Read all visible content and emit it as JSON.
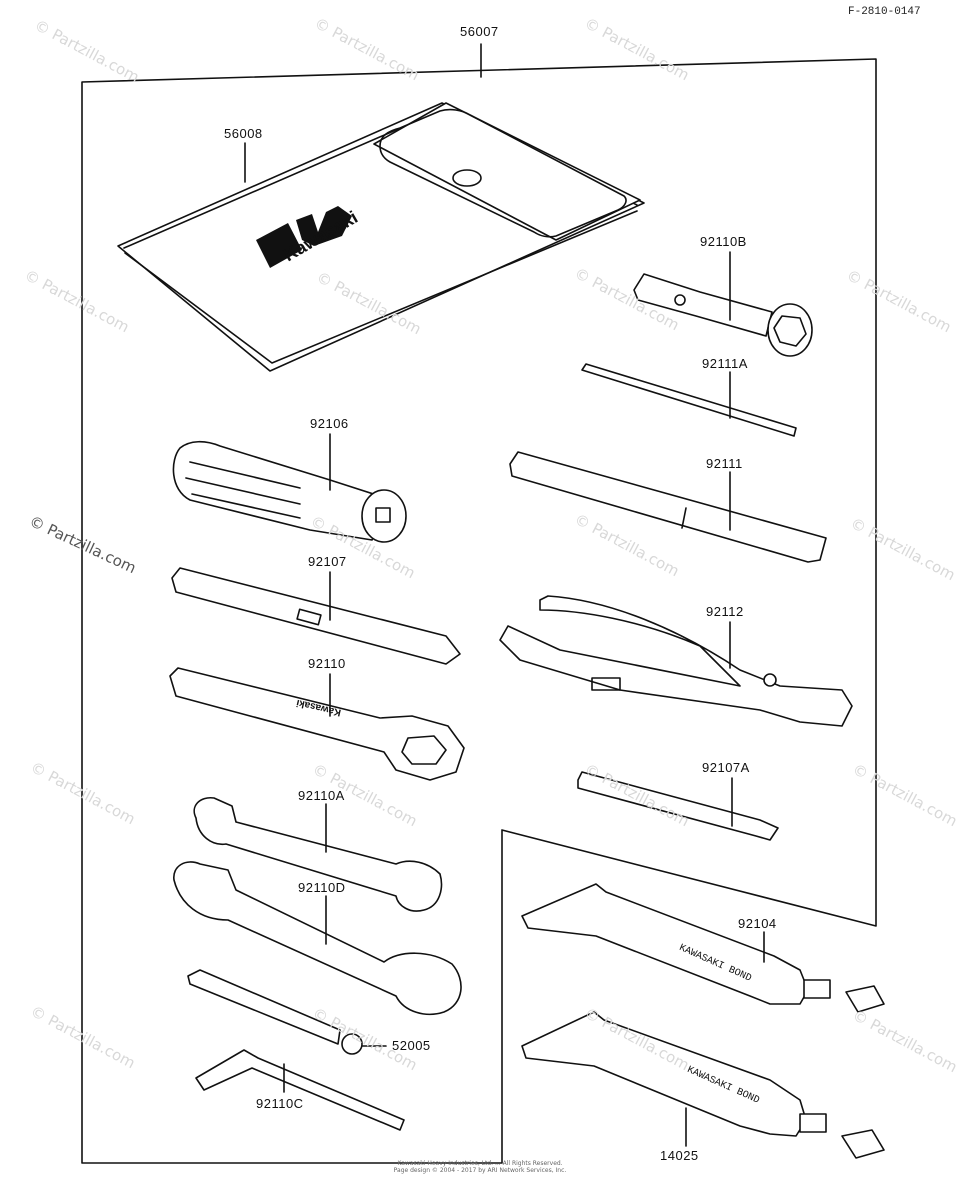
{
  "figure_code": "F-2810-0147",
  "watermark": "© Partzilla.com",
  "parts": {
    "p56007": "56007",
    "p56008": "56008",
    "p92110B": "92110B",
    "p92111A": "92111A",
    "p92106": "92106",
    "p92111": "92111",
    "p92107": "92107",
    "p92112": "92112",
    "p92110": "92110",
    "p92107A": "92107A",
    "p92110A": "92110A",
    "p92110D": "92110D",
    "p92104": "92104",
    "p52005": "52005",
    "p92110C": "92110C",
    "p14025": "14025"
  },
  "pouch_brand": "Kawasaki",
  "wrench_text": "Kawasaki",
  "tube_text_1": "KAWASAKI BOND",
  "tube_text_2": "KAWASAKI BOND",
  "footer_line1": "Kawasaki Heavy Industries, Ltd. ... All Rights Reserved.",
  "footer_line2": "Page design © 2004 - 2017 by ARI Network Services, Inc."
}
